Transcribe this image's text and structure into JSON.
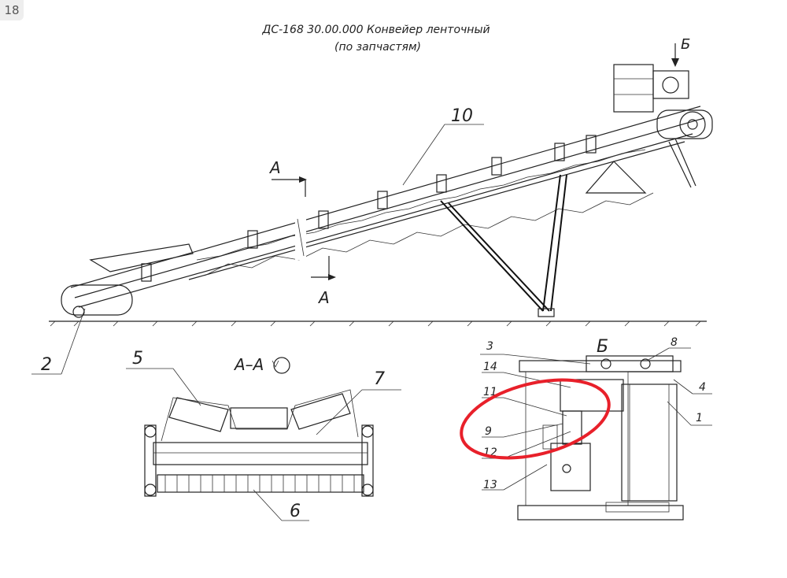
{
  "badge": "18",
  "title": {
    "line1": "ДС-168 30.00.000 Конвейер ленточный",
    "line2": "(по запчастям)"
  },
  "labels": {
    "n10": "10",
    "n2": "2",
    "a_top": "А",
    "a_bottom": "А",
    "b_arrow": "Б",
    "section_aa": "А–А",
    "n5": "5",
    "n7": "7",
    "n6": "6",
    "view_b": "Б",
    "n3": "3",
    "n8": "8",
    "n14": "14",
    "n4": "4",
    "n11": "11",
    "n1": "1",
    "n9": "9",
    "n12": "12",
    "n13": "13"
  },
  "colors": {
    "highlight": "#e8202a",
    "ink": "#222222"
  }
}
